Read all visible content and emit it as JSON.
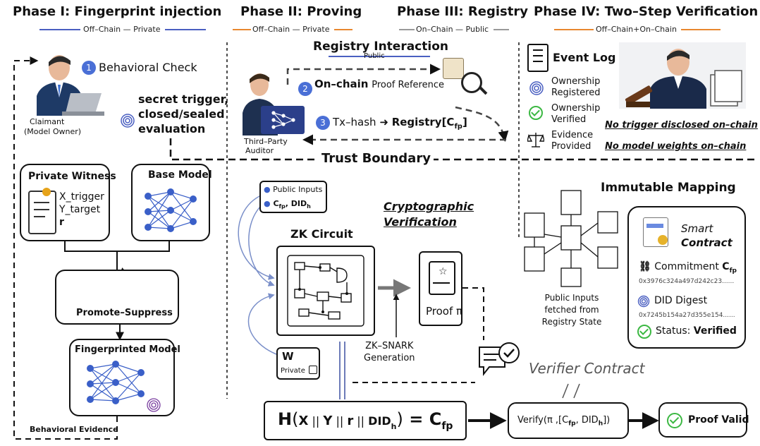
{
  "phases": [
    {
      "title": "Phase I: Fingerprint injection",
      "sub": "Off–Chain — Private"
    },
    {
      "title": "Phase II: Proving",
      "sub": "Off–Chain — Private"
    },
    {
      "title": "Phase III: Registry",
      "sub": "On–Chain — Public"
    },
    {
      "title": "Phase IV: Two–Step Verification",
      "sub": "Off–Chain+On–Chain"
    }
  ],
  "colors": {
    "private": "#4a5fc1",
    "offchain": "#e8872f",
    "public": "#999999",
    "check": "#3cb843",
    "badge": "#4a6fd6"
  },
  "phase1": {
    "step1_num": "1",
    "step1_label": "Behavioral Check",
    "claimant": "Claimant",
    "claimant_sub": "(Model Owner)",
    "secret_l1": "secret trigger,",
    "secret_l2": "closed/sealed",
    "secret_l3": "evaluation",
    "witness_title": "Private Witness",
    "witness_items": [
      "X_trigger",
      "Y_target",
      "r"
    ],
    "base_model": "Base Model",
    "promote": "Promote–Suppress",
    "fingerprinted": "Fingerprinted Model",
    "behavioral_evidence": "Behavioral Evidence"
  },
  "phase2": {
    "registry_interaction": "Registry Interaction",
    "public": "Public",
    "step2_num": "2",
    "step2_a": "On–chain",
    "step2_b": "Proof Reference",
    "step3_num": "3",
    "step3_a": "Tx–hash",
    "step3_b": "Registry[C",
    "step3_sub": "fp",
    "step3_end": "]",
    "auditor_l1": "Third–Party",
    "auditor_l2": "Auditor",
    "trust_boundary": "Trust Boundary",
    "public_inputs": "Public Inputs",
    "c_fp": "C",
    "c_fp_sub": "fp",
    "did_h": ", DID",
    "did_sub": "h",
    "crypto_l1": "Cryptographic",
    "crypto_l2": "Verification",
    "zk_circuit": "ZK Circuit",
    "proof": "Proof π",
    "zk_snark_l1": "ZK–SNARK",
    "zk_snark_l2": "Generation",
    "w": "W",
    "w_private": "Private"
  },
  "phase4": {
    "event_log": "Event Log",
    "events": [
      {
        "l1": "Ownership",
        "l2": "Registered",
        "icon": "fingerprint-icon"
      },
      {
        "l1": "Ownership",
        "l2": "Verified",
        "icon": "check-icon"
      },
      {
        "l1": "Evidence",
        "l2": "Provided",
        "icon": "scales-icon"
      }
    ],
    "note1": "No trigger disclosed on–chain",
    "note2": "No model weights on–chain",
    "immutable": "Immutable Mapping",
    "public_fetch": [
      "Public Inputs",
      "fetched from",
      "Registry State"
    ],
    "smart_l1": "Smart",
    "smart_l2": "Contract",
    "commitment": "Commitment",
    "commit_sym": "C",
    "commit_sub": "fp",
    "commit_hash": "0x3976c324a497d242c23......",
    "did_digest": "DID Digest",
    "did_hash": "0x7245b154a27d355e154......",
    "status_label": "Status: ",
    "status_value": "Verified",
    "verifier_contract": "Verifier Contract"
  },
  "formula": {
    "h": "H",
    "paren_open": "(",
    "x": "X",
    "sep1": " || ",
    "y": "Y",
    "sep2": " || ",
    "r": "r",
    "sep3": " || ",
    "did": "DID",
    "did_sub": "h",
    "paren_close": ")",
    "eq": " = ",
    "c": "C",
    "c_sub": "fp"
  },
  "verify": {
    "text": "Verify(π ,[C",
    "sub1": "fp",
    "mid": ", DID",
    "sub2": "h",
    "end": "])"
  },
  "proof_valid": "Proof Valid"
}
